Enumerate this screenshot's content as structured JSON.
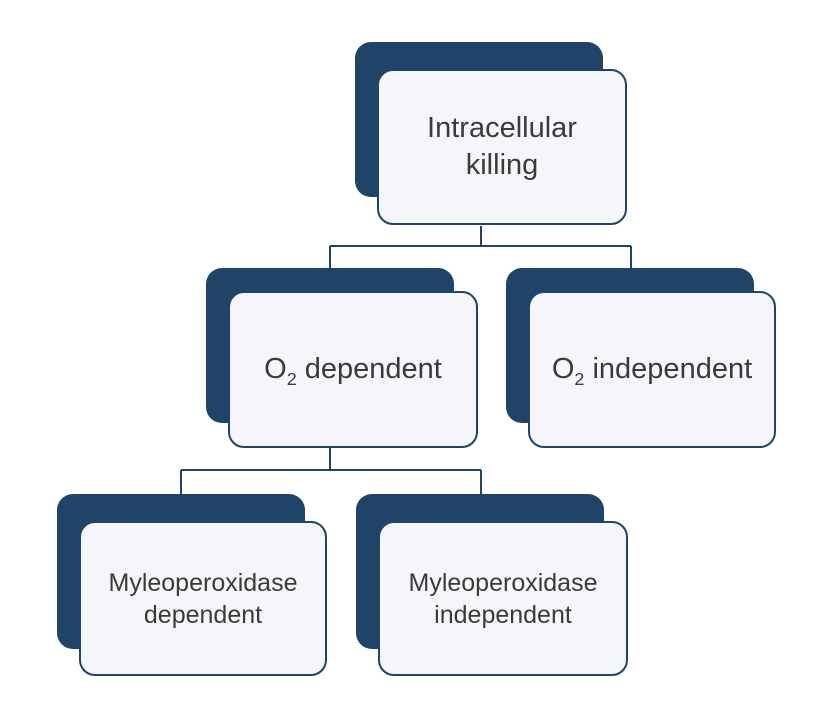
{
  "diagram": {
    "root": {
      "label_line1": "Intracellular",
      "label_line2": "killing"
    },
    "level1": [
      {
        "prefix": "O",
        "subscript": "2",
        "suffix": " dependent"
      },
      {
        "prefix": "O",
        "subscript": "2",
        "suffix": " independent"
      }
    ],
    "level2": [
      {
        "label_line1": "Myleoperoxidase",
        "label_line2": "dependent"
      },
      {
        "label_line1": "Myleoperoxidase",
        "label_line2": "independent"
      }
    ]
  },
  "colors": {
    "shadow": "#1f4468",
    "card_fill": "#f4f6f9",
    "connector": "#1f4468",
    "text": "#3a3a3a"
  }
}
